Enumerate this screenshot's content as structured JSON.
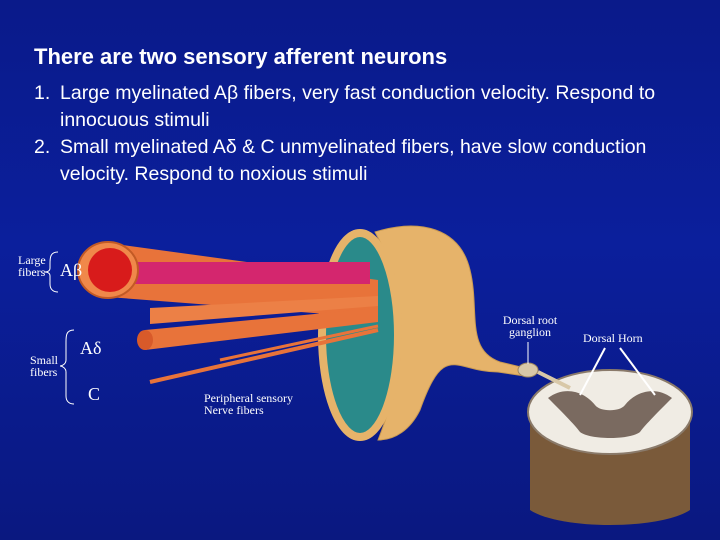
{
  "slide": {
    "title": "There are two sensory afferent neurons",
    "points": [
      {
        "num": "1.",
        "text": "Large myelinated Aβ fibers, very fast conduction velocity. Respond to innocuous stimuli"
      },
      {
        "num": "2.",
        "text": "Small myelinated Aδ & C unmyelinated fibers, have slow conduction velocity. Respond to noxious stimuli"
      }
    ]
  },
  "diagram": {
    "labels": {
      "large_fibers": "Large fibers",
      "small_fibers": "Small fibers",
      "a_beta": "Aβ",
      "a_delta": "Aδ",
      "c": "C",
      "peripheral": "Peripheral sensory Nerve fibers",
      "drg": "Dorsal root ganglion",
      "dorsal_horn": "Dorsal Horn"
    },
    "colors": {
      "background": "#0b1f9c",
      "myelin": "#e8733a",
      "nerve_sheath": "#e6b36a",
      "axon_large": "#d81b1b",
      "spinal_grey": "#7a6a60",
      "cut_face": "#2a8a8a"
    }
  }
}
